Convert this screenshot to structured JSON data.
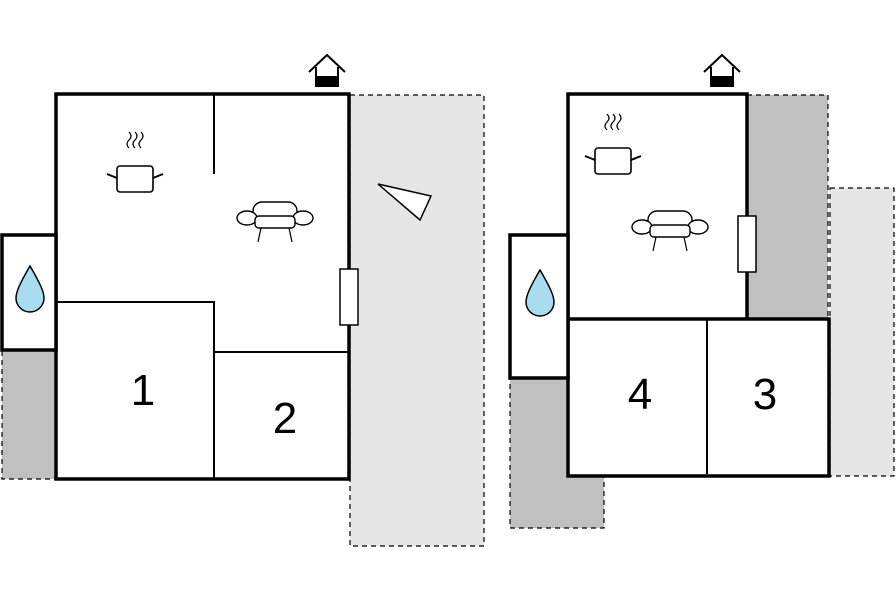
{
  "rooms": [
    {
      "id": "room-1",
      "label": "1"
    },
    {
      "id": "room-2",
      "label": "2"
    },
    {
      "id": "room-3",
      "label": "3"
    },
    {
      "id": "room-4",
      "label": "4"
    }
  ],
  "icons": {
    "entrance": "house-entrance-icon",
    "kitchen": "cooking-pot-icon",
    "living": "sofa-icon",
    "bathroom": "water-drop-icon",
    "window": "window-icon",
    "view": "view-direction-icon"
  },
  "colors": {
    "wall": "#000000",
    "terrace_light": "#e6e6e6",
    "terrace_dark": "#c0c0c0",
    "water": "#a8dcf0",
    "background": "#ffffff"
  }
}
